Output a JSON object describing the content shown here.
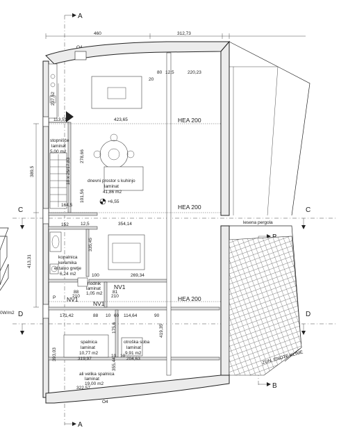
{
  "section_markers": {
    "a_top": "A",
    "a_bottom": "A",
    "c_left": "C",
    "c_right": "C",
    "d_left": "D",
    "d_right": "D",
    "b_upper": "B",
    "b_lower": "B"
  },
  "orientation": {
    "top": "O4",
    "bottom": "O4"
  },
  "top_dimensions": {
    "d1": "460",
    "d2": "312,73"
  },
  "beams": {
    "b1": "HEA 200",
    "b2": "HEA 200",
    "b3": "HEA 200"
  },
  "rooms": {
    "staircase": {
      "name": "stopnišče",
      "floor": "laminat",
      "area": "5,00 m2"
    },
    "living": {
      "name": "dnevni prostor s kuhinjo",
      "floor": "laminat",
      "area": "41,86 m2"
    },
    "bathroom": {
      "name": "kopalnica",
      "floor": "keramika",
      "extra": "el.talno gretje",
      "area": "6,24 m2"
    },
    "hallway": {
      "name": "hodnik",
      "floor": "laminat",
      "area": "1,05 m2"
    },
    "bedroom": {
      "name": "spalnica",
      "floor": "laminat",
      "area": "10,77 m2",
      "dim": "319,97"
    },
    "kids_room": {
      "name": "otroška soba",
      "floor": "laminat",
      "area": "9,91 m2",
      "dim": "204,63"
    },
    "balcony": {
      "line1": "ali velika spalnica",
      "line2": "laminat",
      "area": "19,00 m2"
    }
  },
  "labels": {
    "pergola": "lesena pergola",
    "climate": "ZUN. ENOTE KLIME",
    "nv1_a": "NV1",
    "nv1_b": "NV1",
    "nv1_c": "NV1",
    "elevation": "+6,55",
    "p": "P",
    "left_cut": "0W/m2"
  },
  "dimensions": {
    "v23752": "237,52",
    "h11351": "113,51",
    "h42365": "423,65",
    "h80": "80",
    "h125": "12,5",
    "h22023": "220,23",
    "h20": "20",
    "v3895": "389,5",
    "v27866": "278,66",
    "stair": "18 x 25/17,83",
    "v10156": "101,56",
    "h1645": "164,5",
    "h152": "152",
    "h125b": "12,5",
    "h35414": "354,14",
    "v41331": "413,31",
    "v33545": "335,45",
    "h100": "100",
    "h26934": "269,34",
    "door88": "88",
    "door210": "210",
    "door81": "81",
    "door210b": "210",
    "h17142": "171,42",
    "h88": "88",
    "h10": "10",
    "h60": "60",
    "h11464": "114,64",
    "h90": "90",
    "v41935": "419,35",
    "v1756": "175,6",
    "v39303": "393,03",
    "v35544": "355,44",
    "h10b": "10",
    "h10c": "10",
    "h32257": "322,57"
  }
}
